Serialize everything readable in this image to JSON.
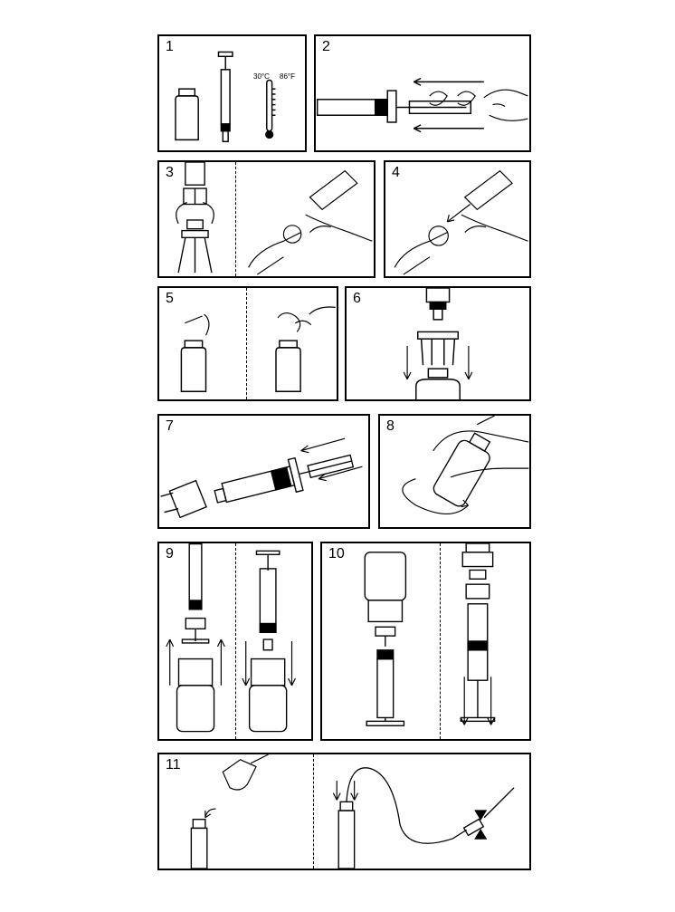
{
  "steps": [
    {
      "number": "1",
      "temp_c": "30°C",
      "temp_f": "86°F"
    },
    {
      "number": "2"
    },
    {
      "number": "3"
    },
    {
      "number": "4"
    },
    {
      "number": "5"
    },
    {
      "number": "6"
    },
    {
      "number": "7"
    },
    {
      "number": "8"
    },
    {
      "number": "9"
    },
    {
      "number": "10"
    },
    {
      "number": "11"
    }
  ]
}
